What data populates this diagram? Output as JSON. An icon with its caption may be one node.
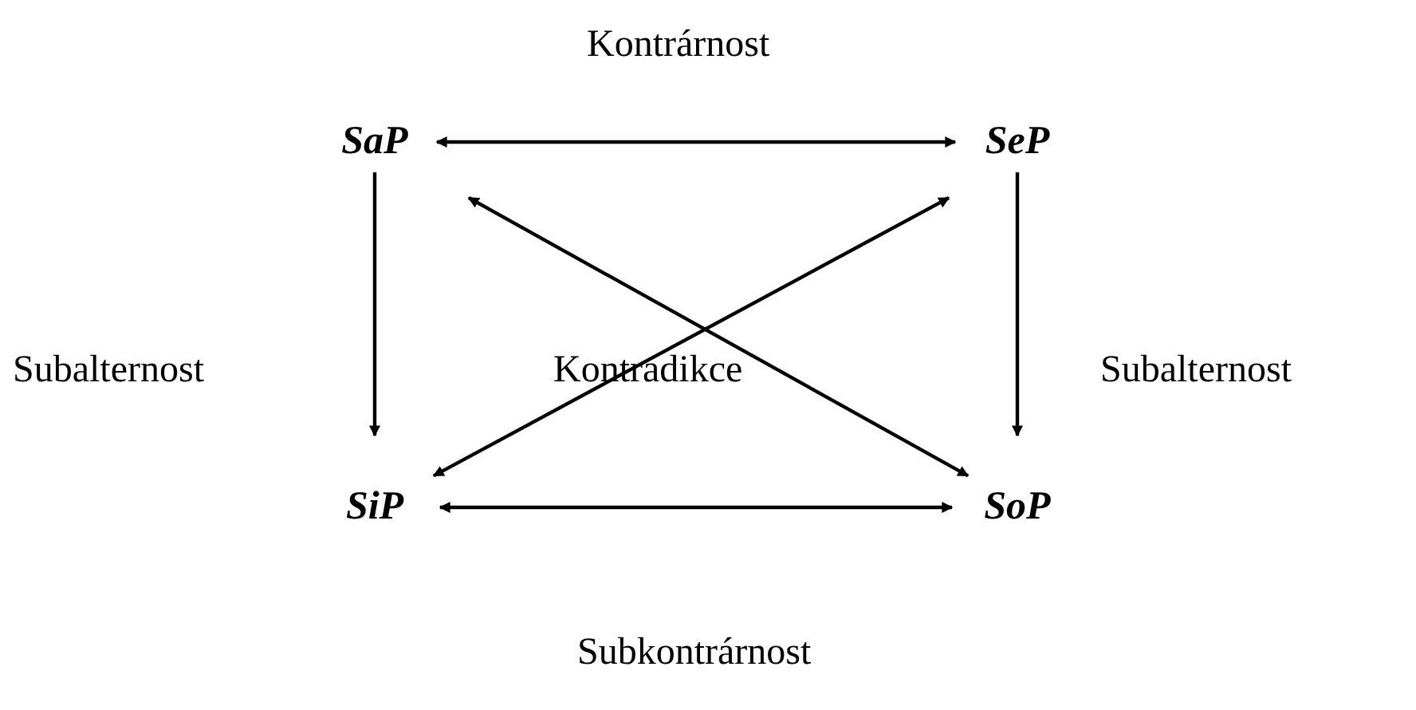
{
  "diagram": {
    "nodes": [
      {
        "text": [
          "SaP"
        ]
      },
      {
        "text": [
          "SeP"
        ]
      },
      {
        "text": [
          "SiP"
        ]
      },
      {
        "text": [
          "SoP"
        ]
      }
    ],
    "edges": [
      {
        "from": 0,
        "to": 1,
        "arrow": "both",
        "label": "Kontrárnost"
      },
      {
        "from": 0,
        "to": 2,
        "arrow": "to",
        "label": "Subalternost"
      },
      {
        "from": 1,
        "to": 3,
        "arrow": "to",
        "label": "Subalternost"
      },
      {
        "from": 2,
        "to": 3,
        "arrow": "both",
        "label": "Subkontrárnost"
      },
      {
        "from": 0,
        "to": 3,
        "arrow": "both"
      },
      {
        "from": 1,
        "to": 2,
        "arrow": "both"
      }
    ],
    "labels": [
      "Kontradikce"
    ]
  }
}
